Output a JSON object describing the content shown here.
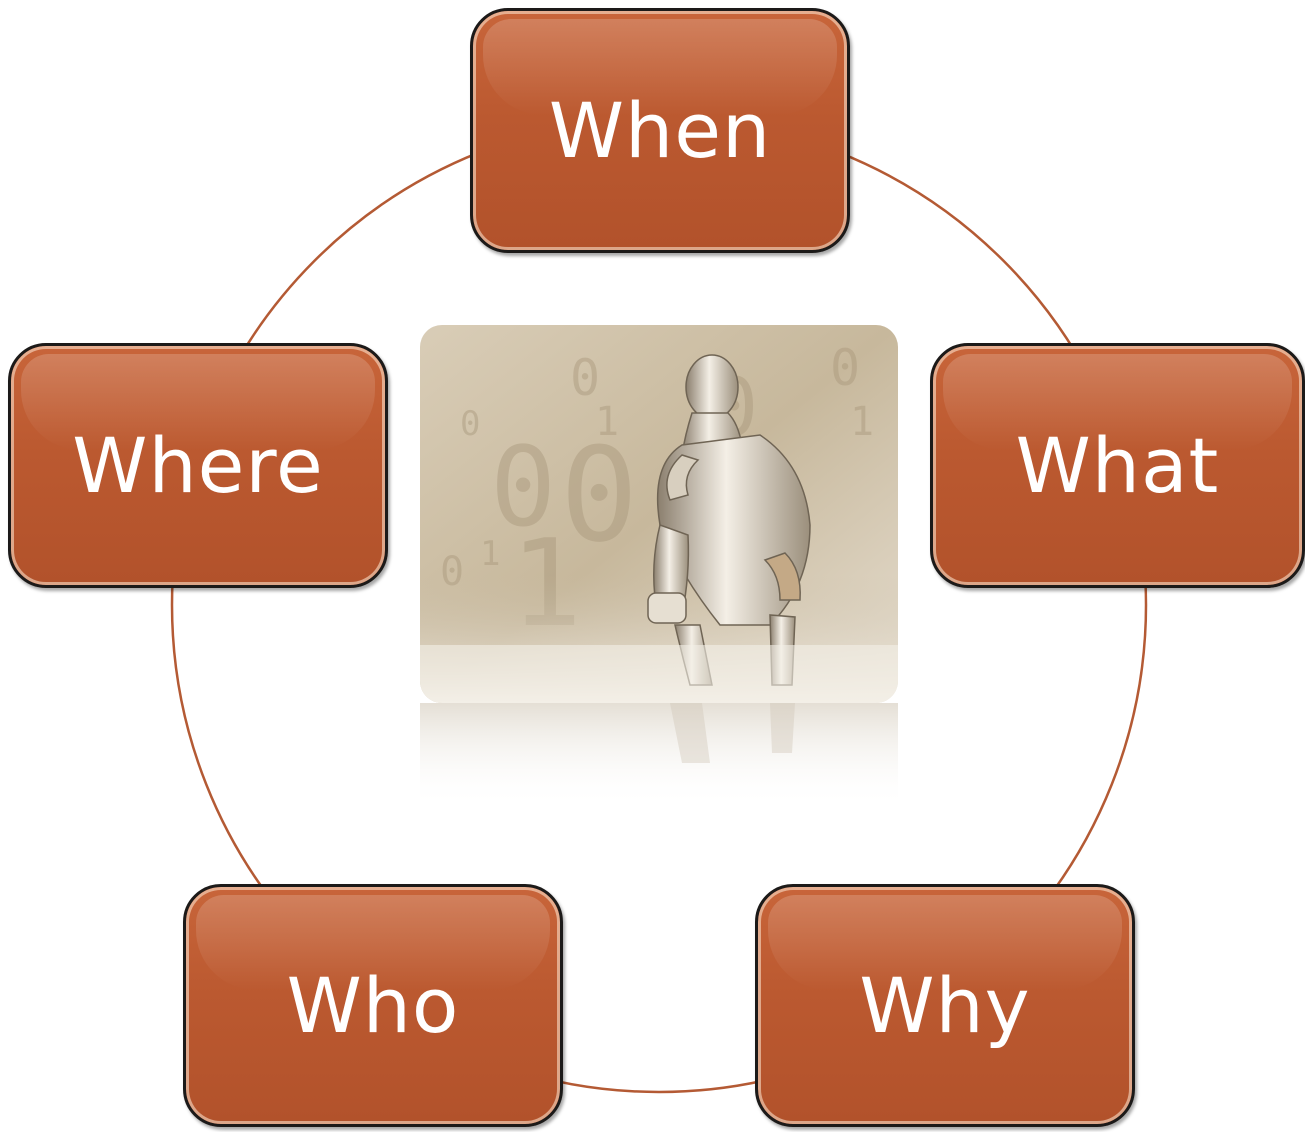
{
  "diagram": {
    "type": "cycle",
    "ring_color": "#b45a34",
    "node_fill": "#bb5930",
    "node_border": "#1c1a19",
    "label_color": "#ffffff",
    "nodes": [
      {
        "id": "when",
        "label": "When"
      },
      {
        "id": "what",
        "label": "What"
      },
      {
        "id": "why",
        "label": "Why"
      },
      {
        "id": "who",
        "label": "Who"
      },
      {
        "id": "where",
        "label": "Where"
      }
    ],
    "center_image": {
      "description_icon": "thinking-robot-icon",
      "tint": "#cdbfa5"
    }
  }
}
